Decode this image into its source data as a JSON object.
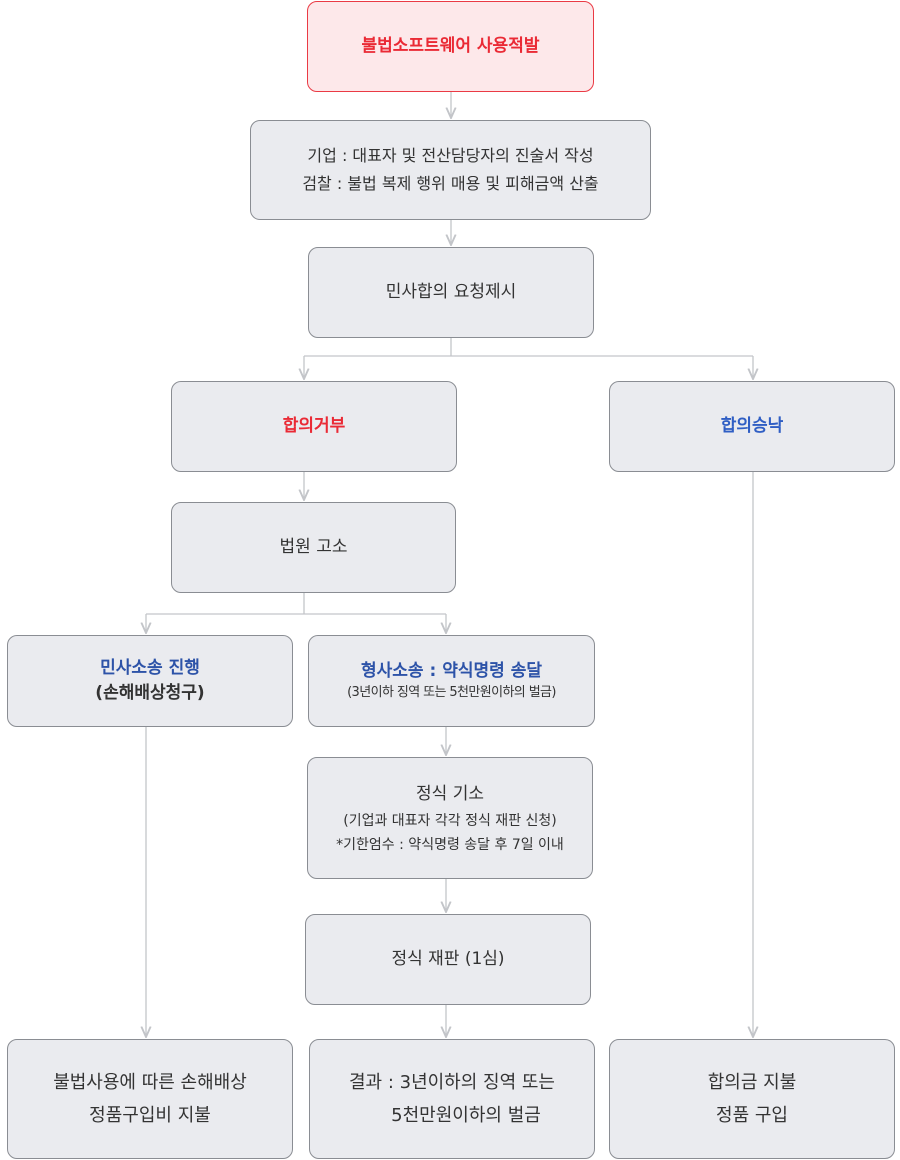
{
  "nodes": {
    "detect": "불법소프트웨어 사용적발",
    "statement_corp": "기업 : 대표자 및 전산담당자의 진술서 작성",
    "statement_prosecution": "검찰 : 불법 복제 행위 매용 및 피해금액 산출",
    "civil_offer": "민사합의 요청제시",
    "reject": "합의거부",
    "accept": "합의승낙",
    "lawsuit": "법원 고소",
    "civil_suit_title": "민사소송 진행",
    "civil_suit_sub": "(손해배상청구)",
    "criminal_title": "형사소송 : 약식명령 송달",
    "criminal_sub": "(3년이하 징역 또는 5천만원이하의 벌금)",
    "formal_indict_title": "정식 기소",
    "formal_indict_sub1": "(기업과 대표자 각각 정식 재판 신청)",
    "formal_indict_sub2": "*기한엄수 : 약식명령 송달 후 7일 이내",
    "formal_trial": "정식 재판 (1심)",
    "damages_line1": "불법사용에 따른 손해배상",
    "damages_line2": "정품구입비 지불",
    "result_line1": "결과 : 3년이하의 징역 또는",
    "result_line2": "5천만원이하의 벌금",
    "settlement_line1": "합의금 지불",
    "settlement_line2": "정품 구입"
  },
  "colors": {
    "box_fill": "#eaebef",
    "box_border": "#8a8d93",
    "start_fill": "#fde8ea",
    "start_border": "#ea3a44",
    "red_text": "#ea2a35",
    "blue_text": "#2f5ec4",
    "connector": "#c3c5c9"
  }
}
